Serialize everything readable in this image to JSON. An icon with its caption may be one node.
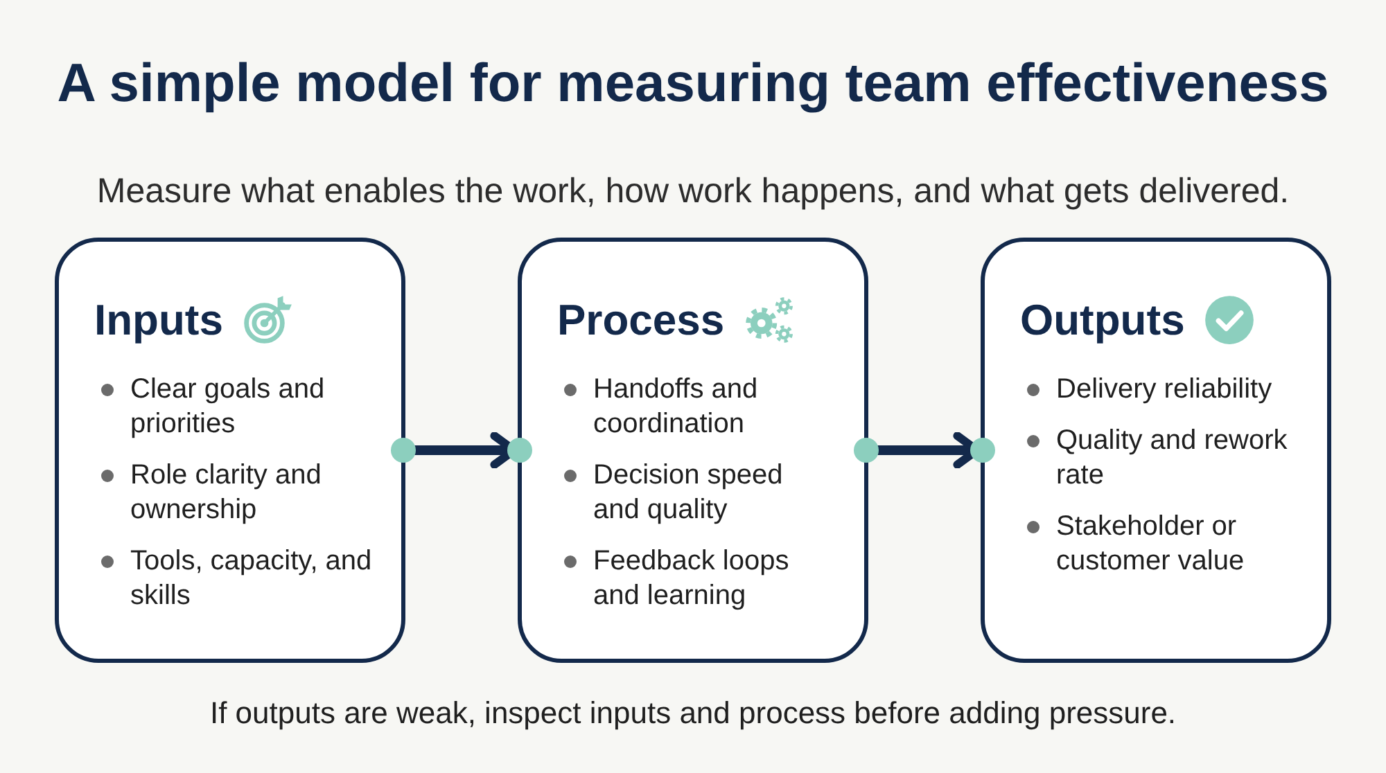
{
  "diagram": {
    "title": "A simple model for measuring team effectiveness",
    "labels": [
      "Measure what enables the work, how work happens, and what gets delivered."
    ],
    "nodes": [
      {
        "text": [
          "Inputs",
          "Clear goals and priorities",
          "Role clarity and ownership",
          "Tools, capacity, and skills"
        ]
      },
      {
        "text": [
          "Process",
          "Handoffs and coordination",
          "Decision speed and quality",
          "Feedback loops and learning"
        ]
      },
      {
        "text": [
          "Outputs",
          "Delivery reliability",
          "Quality and rework rate",
          "Stakeholder or customer value"
        ]
      }
    ],
    "edges": [
      {
        "from": 0,
        "to": 1,
        "arrow": "to"
      },
      {
        "from": 1,
        "to": 2,
        "arrow": "to"
      }
    ],
    "caption": "If outputs are weak, inspect inputs and process before adding pressure."
  }
}
